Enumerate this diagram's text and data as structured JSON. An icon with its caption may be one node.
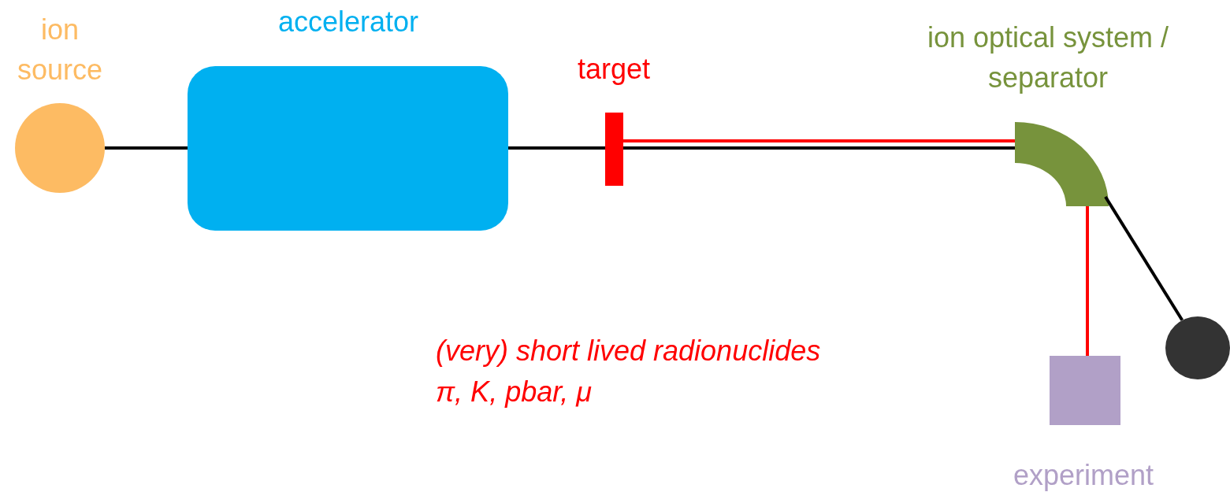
{
  "diagram": {
    "nodes": [
      {
        "text": [
          "ion source"
        ]
      },
      {
        "text": [
          "accelerator"
        ]
      },
      {
        "text": [
          "target"
        ]
      },
      {
        "text": [
          "ion optical system / separator"
        ]
      },
      {
        "text": [
          "experiment"
        ]
      },
      {
        "text": [],
        "shape": "circle"
      }
    ],
    "edges": [
      {
        "from": 0,
        "to": 1,
        "arrow": "none"
      },
      {
        "from": 1,
        "to": 2,
        "arrow": "none"
      },
      {
        "from": 2,
        "to": 3,
        "arrow": "none"
      },
      {
        "from": 2,
        "to": 3,
        "arrow": "none",
        "color": "#ff0000"
      },
      {
        "from": 3,
        "to": 4,
        "arrow": "none",
        "color": "#ff0000"
      },
      {
        "from": 3,
        "to": 5,
        "arrow": "none"
      }
    ],
    "labels": [
      "(very) short lived radionuclides",
      "π, K, pbar, μ"
    ]
  }
}
